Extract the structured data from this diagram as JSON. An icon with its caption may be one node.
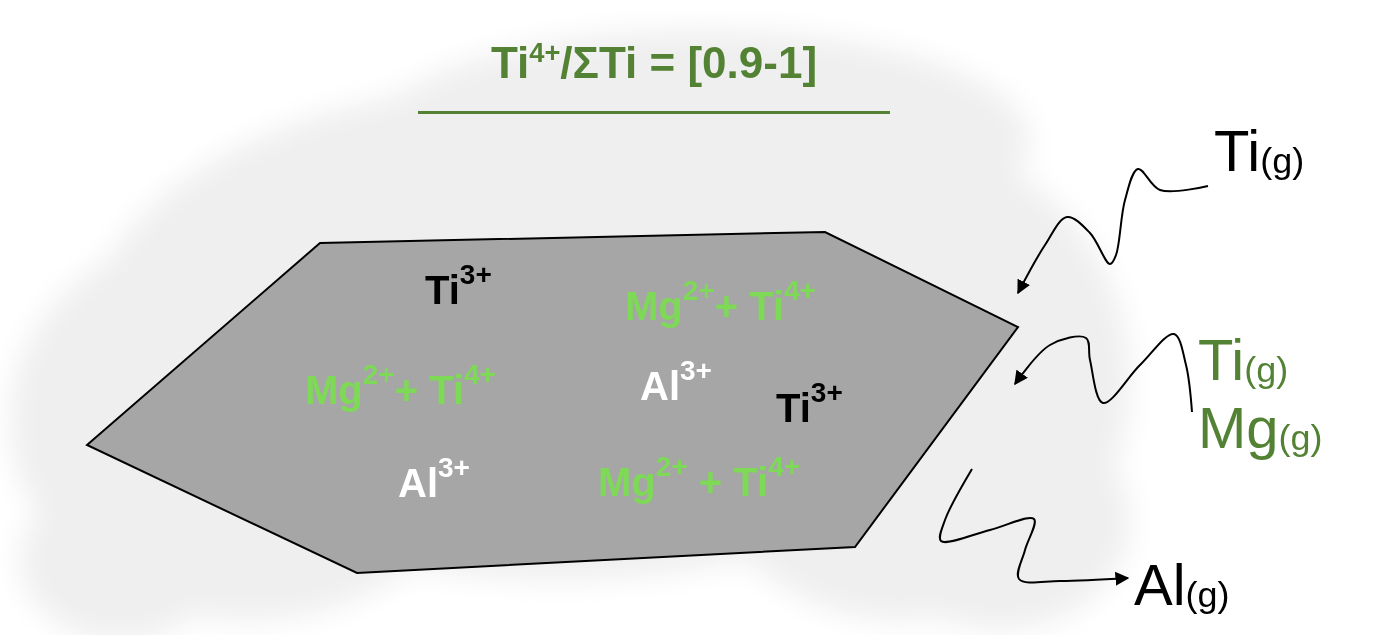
{
  "diagram": {
    "title": "Ti$^{4+}$/ΣTi = [0.9-1]",
    "nodes": [
      {
        "text": [
          "Ti$^{3+}$",
          "Mg$^{2+}$+ Ti$^{4+}$",
          "Mg$^{2+}$+ Ti$^{4+}$",
          "Al$^{3+}$",
          "Ti$^{3+}$",
          "Al$^{3+}$",
          "Mg$^{2+}$ + Ti$^{4+}$"
        ]
      },
      {
        "text": [
          "Ti$_{(g)}$"
        ]
      },
      {
        "text": [
          "Ti$_{(g)}$ Mg$_{(g)}$"
        ]
      },
      {
        "text": [
          "Al$_{(g)}$"
        ]
      }
    ],
    "edges": [
      {
        "from": 1,
        "to": 0,
        "arrow": "to"
      },
      {
        "from": 2,
        "to": 0,
        "arrow": "to"
      },
      {
        "from": 0,
        "to": 3,
        "arrow": "to"
      }
    ]
  }
}
